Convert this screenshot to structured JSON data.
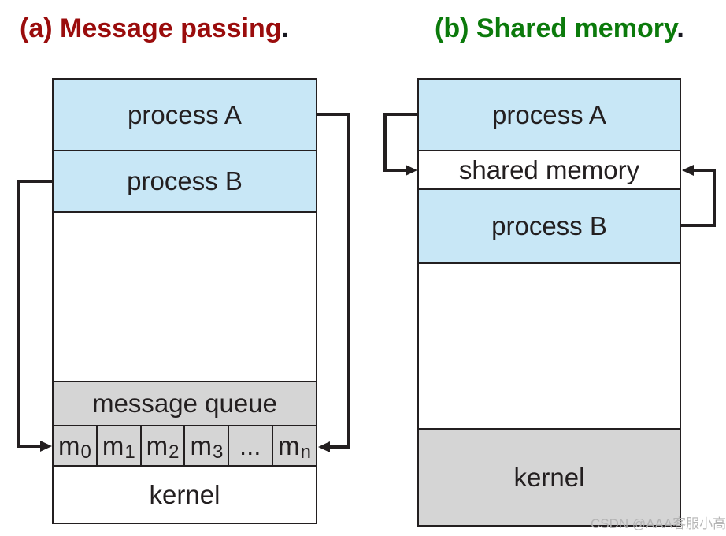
{
  "captions": {
    "a": {
      "text": "(a) Message passing",
      "period": ".",
      "color": "#9a0c0c"
    },
    "b": {
      "text": "(b) Shared memory",
      "period": ".",
      "color": "#0b7a0b"
    }
  },
  "message_passing": {
    "process_a": "process A",
    "process_b": "process B",
    "message_queue": "message queue",
    "kernel": "kernel",
    "queue_cells": [
      {
        "base": "m",
        "sub": "0"
      },
      {
        "base": "m",
        "sub": "1"
      },
      {
        "base": "m",
        "sub": "2"
      },
      {
        "base": "m",
        "sub": "3"
      },
      {
        "base": "...",
        "sub": ""
      },
      {
        "base": "m",
        "sub": "n"
      }
    ]
  },
  "shared_memory": {
    "process_a": "process A",
    "shared_memory": "shared memory",
    "process_b": "process B",
    "kernel": "kernel"
  },
  "watermark": "CSDN @AAA客服小高",
  "colors": {
    "process_fill": "#c8e7f6",
    "queue_fill": "#d5d5d5",
    "kernel_right_fill": "#d5d5d5",
    "line": "#231f20",
    "caption_a": "#9a0c0c",
    "caption_b": "#0b7a0b"
  }
}
